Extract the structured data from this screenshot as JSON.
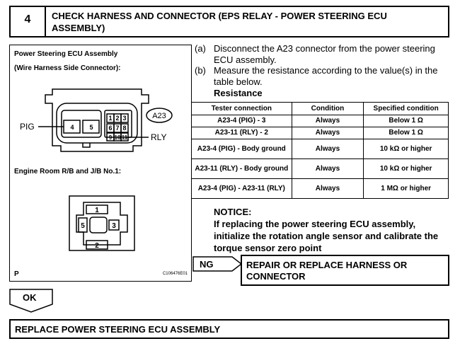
{
  "step": {
    "number": "4",
    "title": "CHECK HARNESS AND CONNECTOR (EPS RELAY - POWER STEERING ECU ASSEMBLY)"
  },
  "figure": {
    "label_ecu": "Power Steering ECU Assembly",
    "label_side": "(Wire Harness Side Connector):",
    "connector_id": "A23",
    "pig": "PIG",
    "rly": "RLY",
    "pins_small": [
      "1",
      "2",
      "3",
      "6",
      "7",
      "8",
      "9",
      "10",
      "11"
    ],
    "pins_large": [
      "4",
      "5"
    ],
    "label_jb": "Engine Room R/B and J/B No.1:",
    "jb_pins": [
      "1",
      "2",
      "3",
      "5"
    ],
    "corner_letter": "P",
    "figure_code": "C106476E01"
  },
  "instructions": [
    {
      "mark": "(a)",
      "text": "Disconnect the A23 connector from the power steering ECU assembly."
    },
    {
      "mark": "(b)",
      "text": "Measure the resistance according to the value(s) in the table below."
    }
  ],
  "resistance_heading": "Resistance",
  "table": {
    "headers": [
      "Tester connection",
      "Condition",
      "Specified condition"
    ],
    "rows": [
      [
        "A23-4 (PIG) - 3",
        "Always",
        "Below 1 Ω"
      ],
      [
        "A23-11 (RLY) - 2",
        "Always",
        "Below 1 Ω"
      ],
      [
        "A23-4 (PIG) - Body ground",
        "Always",
        "10 kΩ or higher"
      ],
      [
        "A23-11 (RLY) - Body ground",
        "Always",
        "10 kΩ or higher"
      ],
      [
        "A23-4 (PIG) - A23-11 (RLY)",
        "Always",
        "1 MΩ or higher"
      ]
    ]
  },
  "notice": {
    "heading": "NOTICE:",
    "text": "If replacing the power steering ECU assembly, initialize the rotation angle sensor and calibrate the torque sensor zero point"
  },
  "ng": {
    "tag": "NG",
    "result": "REPAIR OR REPLACE HARNESS OR CONNECTOR"
  },
  "ok": {
    "tag": "OK"
  },
  "final_step": "REPLACE POWER STEERING ECU ASSEMBLY"
}
